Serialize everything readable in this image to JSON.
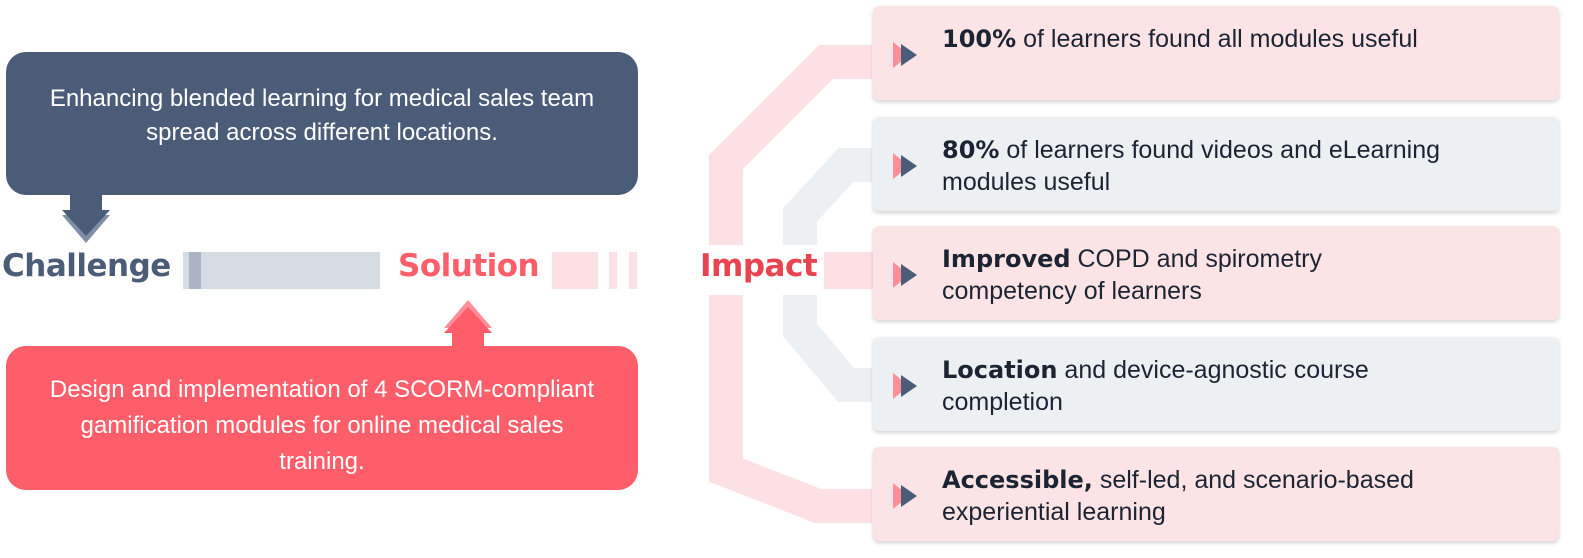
{
  "challenge": {
    "label": "Challenge",
    "text": "Enhancing blended learning for medical sales team spread across different locations."
  },
  "solution": {
    "label": "Solution",
    "text": "Design and implementation of 4 SCORM-compliant gamification modules for online medical sales training."
  },
  "impact": {
    "label": "Impact",
    "items": [
      {
        "bold": "100%",
        "text": " of learners found all modules useful",
        "tone": "pink"
      },
      {
        "bold": "80%",
        "text": " of learners found videos and eLearning modules useful",
        "tone": "grey"
      },
      {
        "bold": "Improved",
        "text": " COPD and spirometry competency of learners",
        "tone": "pink"
      },
      {
        "bold": "Location",
        "text": " and device-agnostic course completion",
        "tone": "grey"
      },
      {
        "bold": "Accessible,",
        "text": " self-led, and scenario-based experiential learning",
        "tone": "pink"
      }
    ]
  },
  "colors": {
    "navy": "#4a5c78",
    "coral": "#fe5d6a",
    "impact_red": "#e8444f",
    "light_pink": "#fce3e5",
    "light_grey": "#ecf0f3"
  },
  "icons": {
    "card_bullet": "double-play-arrow-icon",
    "down_arrow": "arrow-down-icon",
    "up_arrow": "arrow-up-icon"
  }
}
